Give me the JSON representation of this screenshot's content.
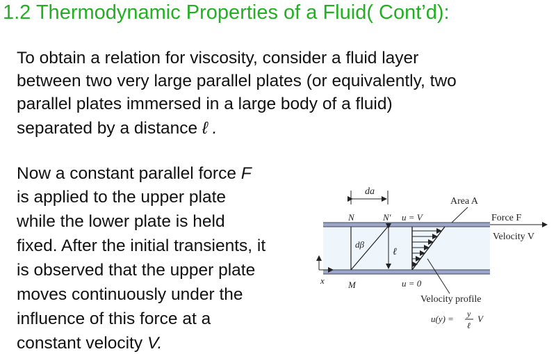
{
  "title": "1.2 Thermodynamic Properties of  a Fluid( Cont’d):",
  "para1": {
    "line1": "To obtain a relation for viscosity, consider a fluid layer",
    "line2": "between two very large parallel plates (or equivalently, two",
    "line3": "parallel plates immersed in a large body of a fluid)",
    "line4_text": "separated by a distance ",
    "line4_symbol": "ℓ .",
    "symbol_color": "#111111"
  },
  "para2": {
    "l1_a": "Now a constant parallel force ",
    "l1_b": "F",
    "l2": "is applied to the upper plate",
    "l3": "while the lower plate is held",
    "l4": "fixed. After the initial transients, it",
    "l5": "is observed that the upper plate",
    "l6": "moves continuously under the",
    "l7": "influence of this force at a",
    "l8_a": "constant velocity ",
    "l8_b": "V."
  },
  "figure": {
    "da": "da",
    "area": "Area A",
    "N": "N",
    "N_prime": "N′",
    "u_top": "u = V",
    "force": "Force F",
    "velocity": "Velocity  V",
    "dbeta": "dβ",
    "ell": "ℓ",
    "x": "x",
    "M": "M",
    "u_bottom": "u = 0",
    "profile": "Velocity profile",
    "eq_left": "u(y) =",
    "eq_num": "y",
    "eq_den": "ℓ",
    "eq_right": "V"
  },
  "colors": {
    "title": "#22b022",
    "text": "#111111",
    "plate": "#9aa7c9",
    "fluid": "#eef5fb"
  }
}
